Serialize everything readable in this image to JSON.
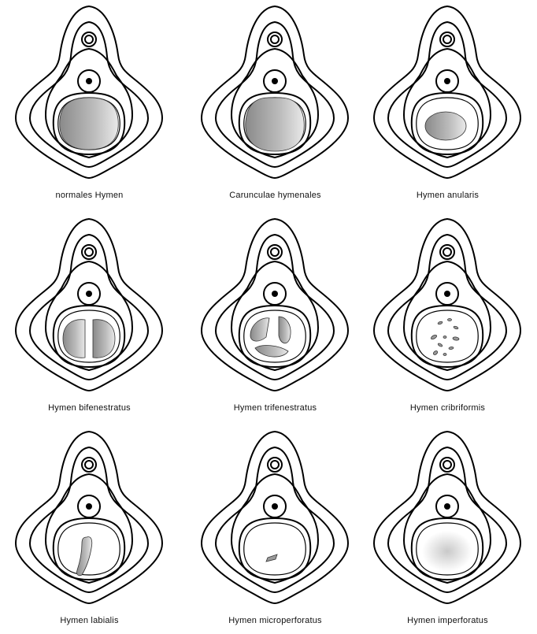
{
  "diagram": {
    "panels": [
      {
        "label": "normales Hymen",
        "opening": "large"
      },
      {
        "label": "Carunculae hymenales",
        "opening": "large-caruncles"
      },
      {
        "label": "Hymen anularis",
        "opening": "annular"
      },
      {
        "label": "Hymen bifenestratus",
        "opening": "two-windows"
      },
      {
        "label": "Hymen trifenestratus",
        "opening": "three-windows"
      },
      {
        "label": "Hymen cribriformis",
        "opening": "cribriform"
      },
      {
        "label": "Hymen labialis",
        "opening": "labial-slit"
      },
      {
        "label": "Hymen microperforatus",
        "opening": "micro"
      },
      {
        "label": "Hymen imperforatus",
        "opening": "none"
      }
    ],
    "colors": {
      "stroke": "#000000",
      "fill_dark": "#9a9a9a",
      "fill_light": "#e8e8e8",
      "background": "#ffffff"
    }
  }
}
